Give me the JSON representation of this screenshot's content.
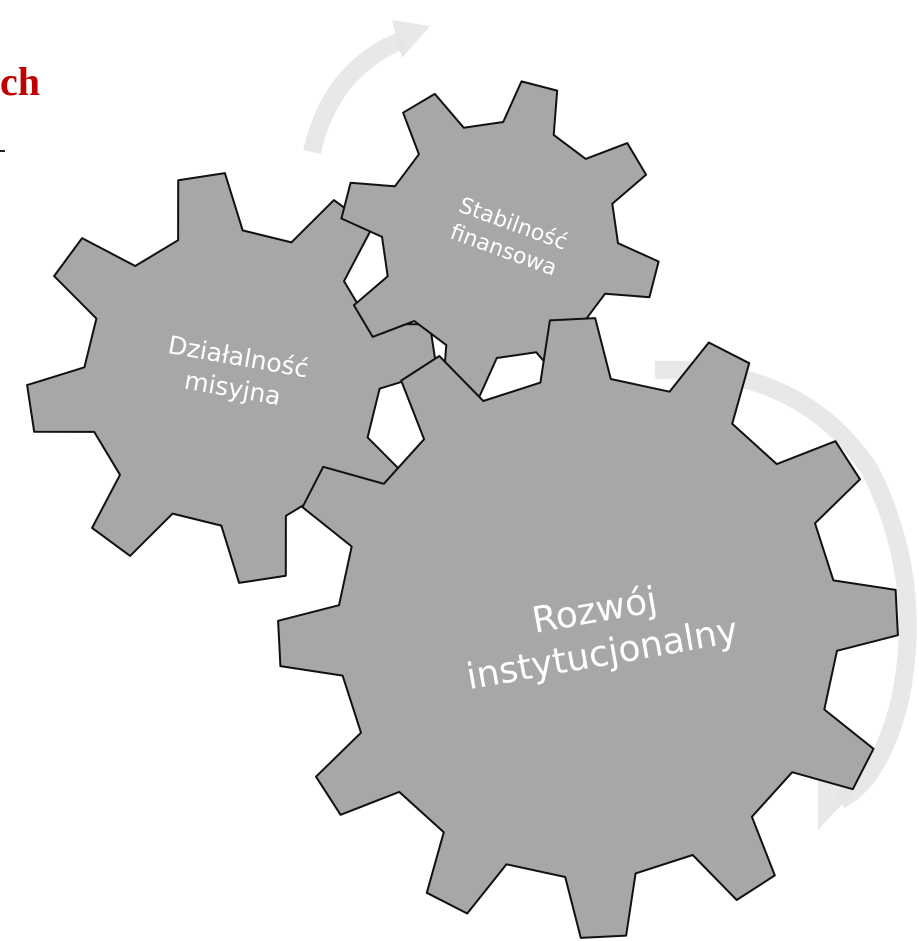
{
  "header": {
    "title_fragment": "ch"
  },
  "gears": [
    {
      "id": "finance",
      "lines": [
        "Stabilność",
        "finansowa"
      ],
      "icon": "gear-icon"
    },
    {
      "id": "mission",
      "lines": [
        "Działalność",
        "misyjna"
      ],
      "icon": "gear-icon"
    },
    {
      "id": "development",
      "lines": [
        "Rozwój",
        "instytucjonalny"
      ],
      "icon": "gear-icon"
    }
  ],
  "colors": {
    "title": "#c00000",
    "gear_fill": "#a8a6a6",
    "gear_outline": "#111111",
    "label": "#ffffff",
    "arrow": "#e4e4e4"
  }
}
